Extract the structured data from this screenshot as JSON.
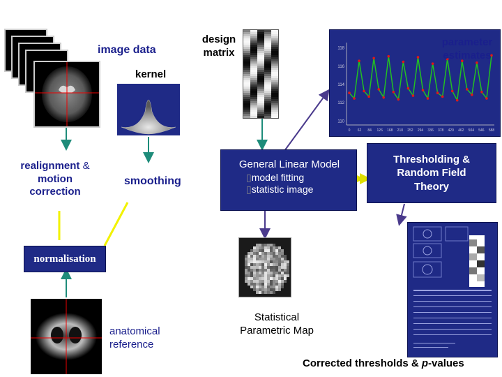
{
  "labels": {
    "image_data": "image data",
    "design_matrix_line1": "design",
    "design_matrix_line2": "matrix",
    "parameter_estimates_line1": "parameter",
    "parameter_estimates_line2": "estimates",
    "kernel": "kernel",
    "realignment_line1": "realignment ",
    "realignment_amp": "&",
    "realignment_line2": "motion",
    "realignment_line3": "correction",
    "smoothing": "smoothing",
    "glm_title": "General Linear Model",
    "glm_item1": "model fitting",
    "glm_item2": "statistic image",
    "thresholding_line1": "Thresholding &",
    "thresholding_line2": "Random Field",
    "thresholding_line3": "Theory",
    "normalisation": "normalisation",
    "anatomical_line1": "anatomical",
    "anatomical_line2": "reference",
    "spm_line1": "Statistical",
    "spm_line2": "Parametric Map",
    "corrected_prefix": "Corrected thresholds & ",
    "corrected_p": "p",
    "corrected_suffix": "-values"
  },
  "chart_data": {
    "type": "line",
    "yticks": [
      "118",
      "116",
      "114",
      "112",
      "110"
    ],
    "xticks": [
      "0",
      "62",
      "84",
      "126",
      "168",
      "210",
      "252",
      "294",
      "336",
      "378",
      "420",
      "462",
      "504",
      "546",
      "588"
    ],
    "ylim": [
      109.5,
      118.5
    ],
    "series": [
      {
        "values": [
          113.0,
          112.4,
          116.5,
          113.2,
          112.6,
          116.8,
          113.4,
          112.5,
          117.0,
          113.1,
          112.3,
          116.4,
          113.5,
          112.7,
          116.9,
          113.3,
          112.4,
          116.2,
          113.0,
          112.6,
          116.7,
          113.2,
          112.2,
          116.5,
          113.4,
          112.8,
          116.3,
          113.1,
          112.4,
          117.1
        ]
      }
    ]
  },
  "colors": {
    "navy": "#1f2a86",
    "arrow_teal": "#1e8c7a",
    "arrow_yellow": "#f2f200",
    "arrow_purple": "#4a3a8c",
    "label_blue": "#1a1f8c",
    "chart_red": "#e01818",
    "chart_green": "#22c022"
  }
}
